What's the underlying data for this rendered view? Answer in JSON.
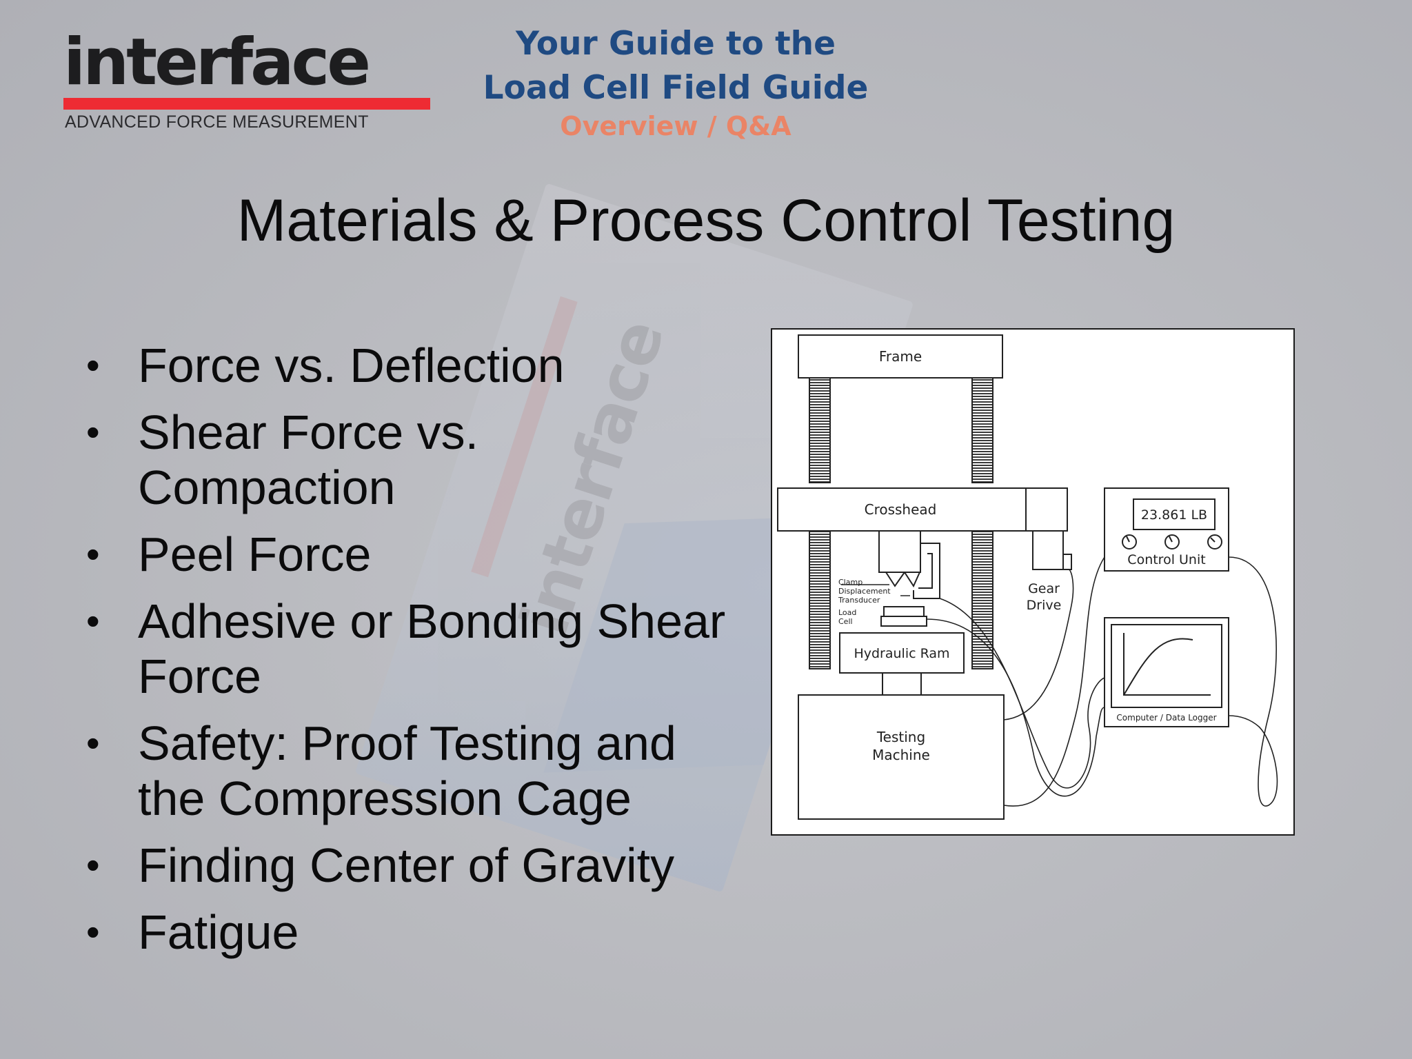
{
  "header": {
    "logo_text": "interface",
    "logo_tagline": "ADVANCED FORCE MEASUREMENT",
    "guide_line1": "Your Guide to the",
    "guide_line2": "Load Cell Field Guide",
    "guide_subtitle": "Overview / Q&A"
  },
  "slide": {
    "title": "Materials & Process Control Testing",
    "bullets": [
      "Force vs. Deflection",
      "Shear Force vs. Compaction",
      "Peel Force",
      "Adhesive or Bonding Shear Force",
      "Safety: Proof Testing and the Compression Cage",
      "Finding Center of Gravity",
      "Fatigue"
    ]
  },
  "diagram": {
    "frame": "Frame",
    "crosshead": "Crosshead",
    "gear_line1": "Gear",
    "gear_line2": "Drive",
    "readout": "23.861 LB",
    "control_unit": "Control Unit",
    "clamp": "Clamp",
    "displacement": "Displacement",
    "transducer": "Transducer",
    "load": "Load",
    "cell": "Cell",
    "hydraulic_ram": "Hydraulic Ram",
    "testing": "Testing",
    "machine": "Machine",
    "data_logger": "Computer / Data Logger"
  },
  "colors": {
    "background": "#b9bac0",
    "logo_red": "#ee2b33",
    "guide_blue": "#1f4a82",
    "guide_orange": "#ea8466"
  }
}
